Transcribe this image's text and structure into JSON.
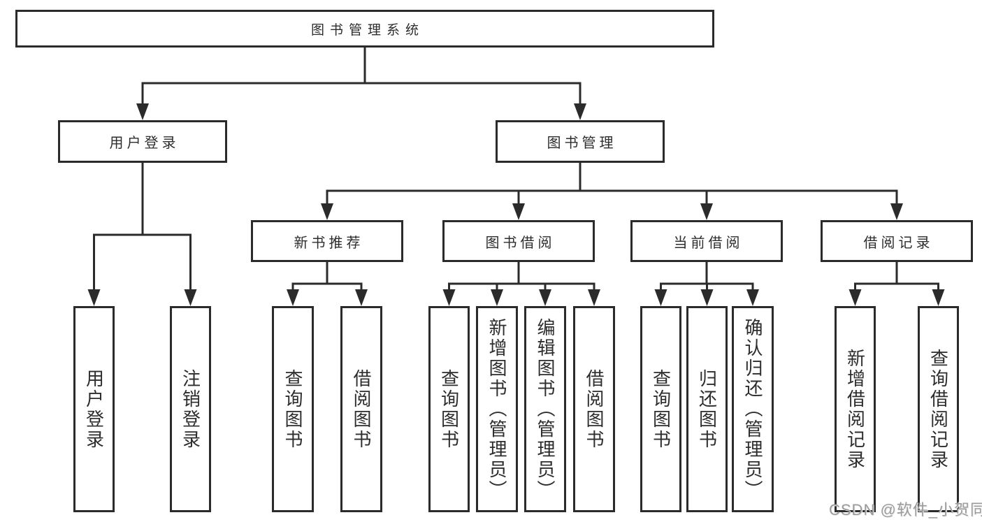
{
  "tree": {
    "label": "图书管理系统",
    "children": [
      {
        "label": "用户登录",
        "children": [
          {
            "label": "用户登录"
          },
          {
            "label": "注销登录"
          }
        ]
      },
      {
        "label": "图书管理",
        "children": [
          {
            "label": "新书推荐",
            "children": [
              {
                "label": "查询图书"
              },
              {
                "label": "借阅图书"
              }
            ]
          },
          {
            "label": "图书借阅",
            "children": [
              {
                "label": "查询图书"
              },
              {
                "label": "新增图书（管理员）"
              },
              {
                "label": "编辑图书（管理员）"
              },
              {
                "label": "借阅图书"
              }
            ]
          },
          {
            "label": "当前借阅",
            "children": [
              {
                "label": "查询图书"
              },
              {
                "label": "归还图书"
              },
              {
                "label": "确认归还（管理员）"
              }
            ]
          },
          {
            "label": "借阅记录",
            "children": [
              {
                "label": "新增借阅记录"
              },
              {
                "label": "查询借阅记录"
              }
            ]
          }
        ]
      }
    ]
  },
  "watermark": {
    "text": "CSDN @软件_小贺同学"
  },
  "colors": {
    "line": "#2b2b2b",
    "text": "#2d2d2d",
    "box_background": "#ffffff",
    "watermark": "#9b9b9b"
  }
}
